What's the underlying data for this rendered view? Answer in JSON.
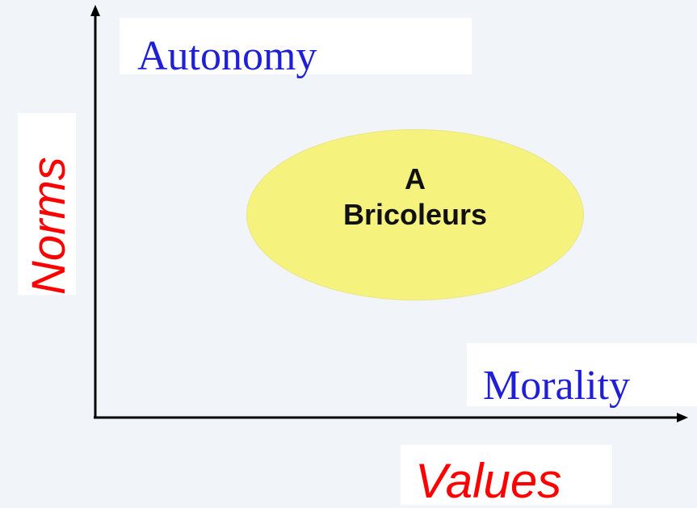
{
  "labels": {
    "autonomy": "Autonomy",
    "morality": "Morality",
    "norms": "Norms",
    "values": "Values"
  },
  "bubble": {
    "line1": "A",
    "line2": "Bricoleurs"
  },
  "colors": {
    "background": "#f1f5f9",
    "serif_label": "#1f1fd6",
    "axis_label": "#ff0000",
    "bubble_fill": "#f5f27e",
    "axis": "#000000"
  }
}
